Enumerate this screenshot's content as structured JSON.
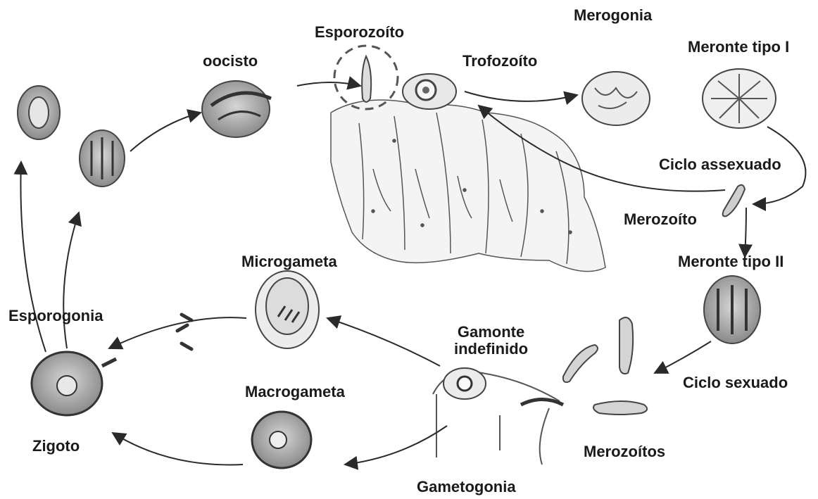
{
  "labels": {
    "esporozoito": "Esporozoíto",
    "merogonia": "Merogonia",
    "oocisto": "oocisto",
    "trofozoito": "Trofozoíto",
    "meronte_tipo_1": "Meronte tipo I",
    "ciclo_assexuado": "Ciclo assexuado",
    "merozoito": "Merozoíto",
    "meronte_tipo_2": "Meronte tipo II",
    "microgameta": "Microgameta",
    "esporogonia": "Esporogonia",
    "gamonte_line1": "Gamonte",
    "gamonte_line2": "indefinido",
    "macrogameta": "Macrogameta",
    "ciclo_sexuado": "Ciclo sexuado",
    "zigoto": "Zigoto",
    "merozoitos": "Merozoítos",
    "gametogonia": "Gametogonia"
  },
  "colors": {
    "ink": "#2a2a2a",
    "sketch": "#555555",
    "fill": "#b8b8b8",
    "dark": "#444444"
  }
}
